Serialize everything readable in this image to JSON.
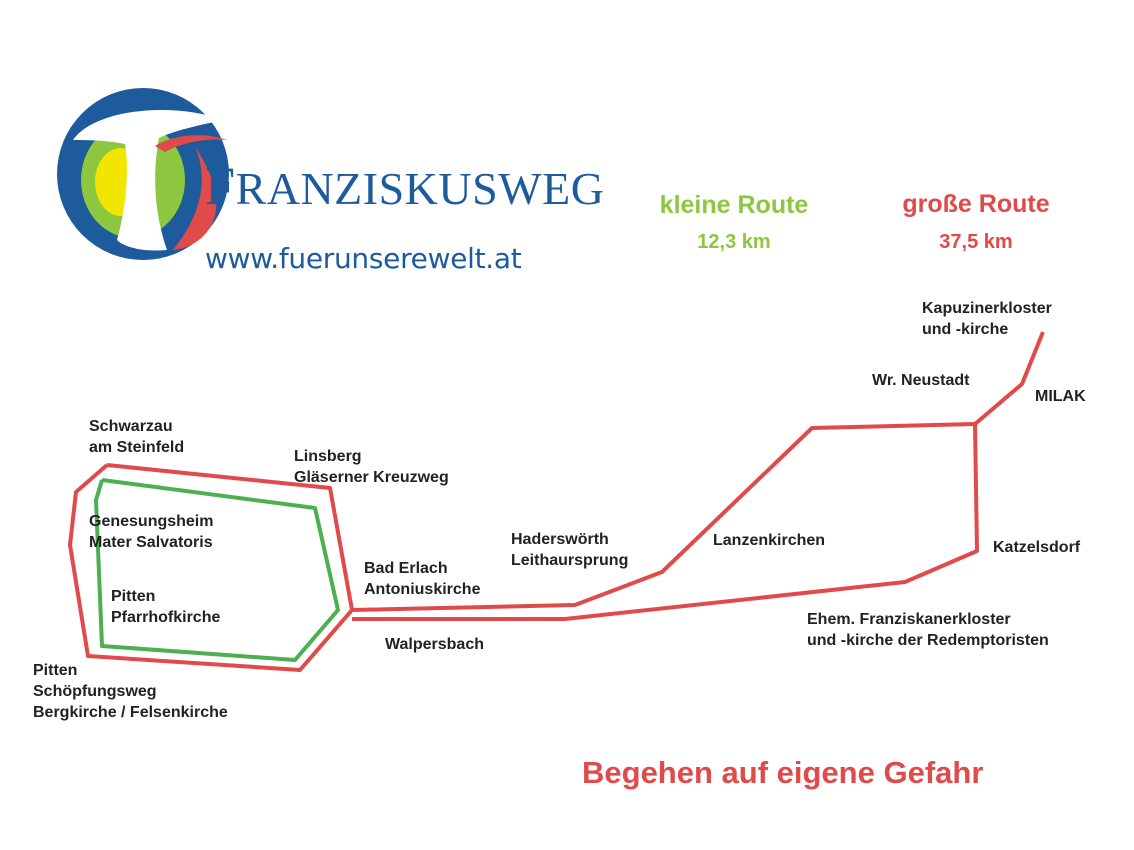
{
  "header": {
    "brand_initial": "F",
    "brand_rest": "RANZISKUSWEG",
    "url": "www.fuerunserewelt.at"
  },
  "legend": {
    "small_route": {
      "title": "kleine Route",
      "distance": "12,3 km",
      "color": "#8dc63f"
    },
    "large_route": {
      "title": "große Route",
      "distance": "37,5 km",
      "color": "#e04a4a"
    }
  },
  "colors": {
    "logo_blue": "#1d5b9c",
    "logo_green": "#8dc63f",
    "logo_yellow": "#f2e600",
    "logo_red": "#e04a4a",
    "text": "#222222"
  },
  "places": {
    "schwarzau": {
      "line1": "Schwarzau",
      "line2": "am Steinfeld"
    },
    "linsberg": {
      "line1": "Linsberg",
      "line2": "Gläserner Kreuzweg"
    },
    "genesungsheim": {
      "line1": "Genesungsheim",
      "line2": "Mater Salvatoris"
    },
    "pitten_pfarrhof": {
      "line1": "Pitten",
      "line2": "Pfarrhofkirche"
    },
    "pitten_berg": {
      "line1": "Pitten",
      "line2": "Schöpfungsweg",
      "line3": "Bergkirche / Felsenkirche"
    },
    "bad_erlach": {
      "line1": "Bad Erlach",
      "line2": "Antoniuskirche"
    },
    "walpersbach": {
      "line1": "Walpersbach"
    },
    "haderswoerth": {
      "line1": "Haderswörth",
      "line2": "Leithaursprung"
    },
    "lanzenkirchen": {
      "line1": "Lanzenkirchen"
    },
    "wr_neustadt": {
      "line1": "Wr. Neustadt"
    },
    "kapuziner": {
      "line1": "Kapuzinerkloster",
      "line2": "und -kirche"
    },
    "milak": {
      "line1": "MILAK"
    },
    "katzelsdorf": {
      "line1": "Katzelsdorf"
    },
    "franziskaner": {
      "line1": "Ehem. Franziskanerkloster",
      "line2": "und -kirche der Redemptoristen"
    }
  },
  "warning": "Begehen auf eigene Gefahr"
}
